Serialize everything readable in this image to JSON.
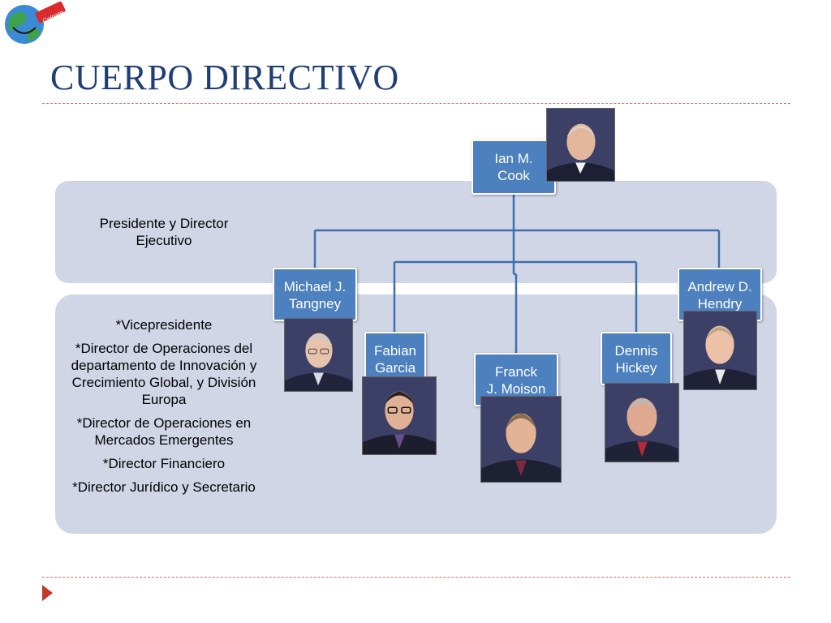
{
  "slide": {
    "title": "CUERPO DIRECTIVO"
  },
  "logo": {
    "brand_text": "Colgate",
    "icon": "globe-smile-icon"
  },
  "roles": {
    "top": [
      "Presidente y Director Ejecutivo"
    ],
    "bottom": [
      "*Vicepresidente",
      "*Director de Operaciones del departamento de Innovación y Crecimiento Global, y División Europa",
      "*Director de Operaciones en Mercados Emergentes",
      "*Director Financiero",
      "*Director Jurídico y Secretario"
    ]
  },
  "people": [
    {
      "id": "cook",
      "line1": "Ian M.",
      "line2": "Cook"
    },
    {
      "id": "tangney",
      "line1": "Michael J.",
      "line2": "Tangney"
    },
    {
      "id": "garcia",
      "line1": "Fabian",
      "line2": "Garcia"
    },
    {
      "id": "moison",
      "line1": "Franck",
      "line2": "J. Moison"
    },
    {
      "id": "hickey",
      "line1": "Dennis",
      "line2": "Hickey"
    },
    {
      "id": "hendry",
      "line1": "Andrew D.",
      "line2": "Hendry"
    }
  ],
  "colors": {
    "title": "#1f3f74",
    "node": "#4d80bf",
    "band": "#d1d6e7",
    "connector": "#3e6fae",
    "divider": "#d6706a",
    "bullet": "#c0392b"
  }
}
